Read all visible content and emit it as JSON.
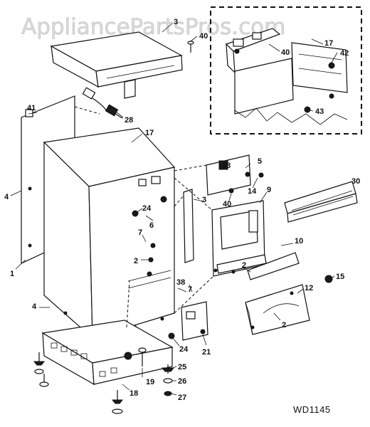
{
  "watermark": "AppliancePartsPros.com",
  "diagram_code": "WD1145",
  "callouts": {
    "c1": "1",
    "c2a": "2",
    "c2b": "2",
    "c2c": "2",
    "c3a": "3",
    "c3b": "3",
    "c4a": "4",
    "c4b": "4",
    "c5": "5",
    "c6": "6",
    "c7a": "7",
    "c7b": "7",
    "c9": "9",
    "c10": "10",
    "c12": "12",
    "c13": "13",
    "c14": "14",
    "c15": "15",
    "c17a": "17",
    "c17b": "17",
    "c18": "18",
    "c19": "19",
    "c21": "21",
    "c24a": "24",
    "c24b": "24",
    "c25": "25",
    "c26": "26",
    "c27": "27",
    "c28": "28",
    "c30": "30",
    "c38": "38",
    "c40a": "40",
    "c40b": "40",
    "c40c": "40",
    "c41": "41",
    "c42": "42",
    "c43": "43"
  }
}
